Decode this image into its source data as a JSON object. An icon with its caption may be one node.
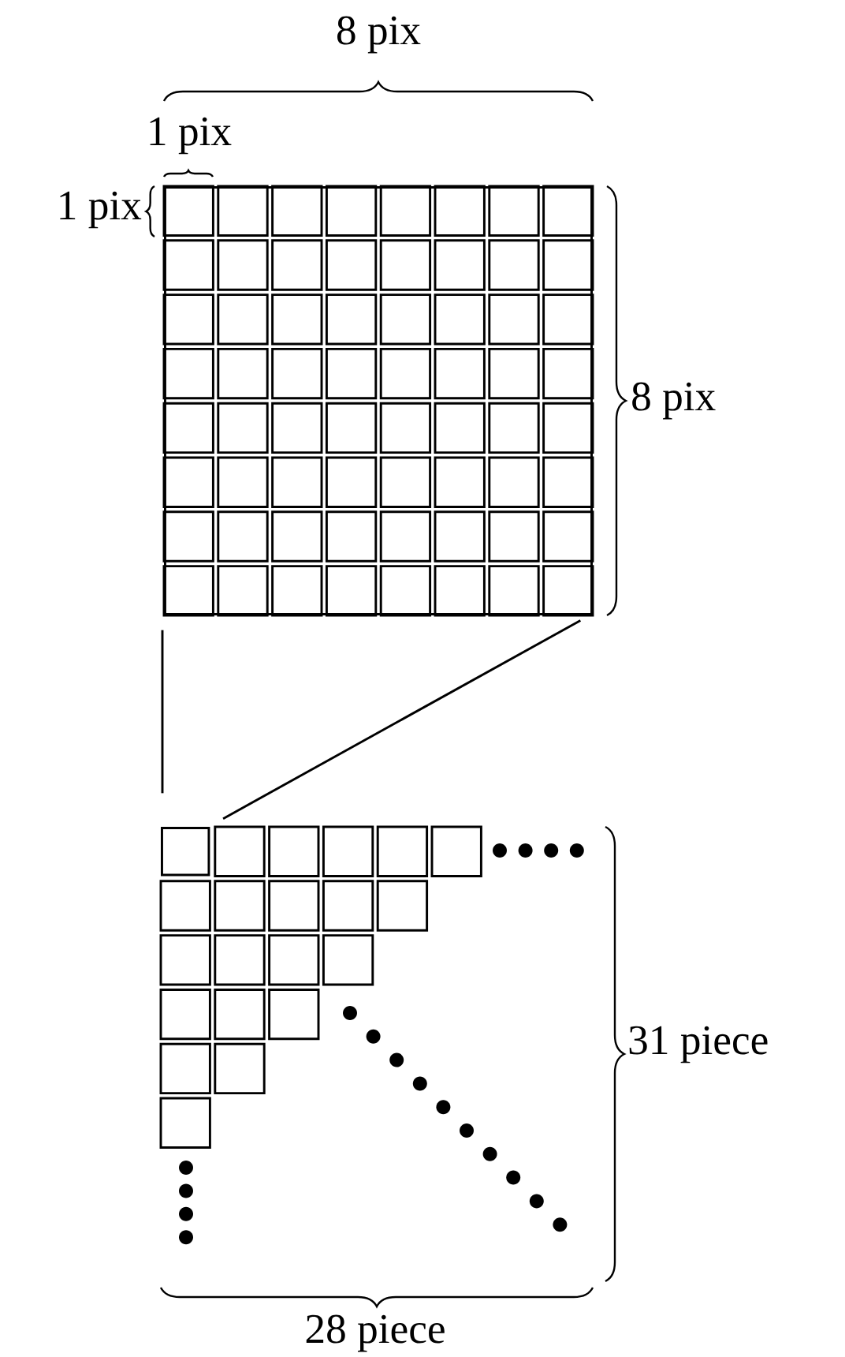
{
  "diagram": {
    "nodes": [
      {
        "text": [],
        "shape": "box"
      },
      {
        "text": [],
        "shape": "box"
      }
    ],
    "edges": [
      {
        "from": 0,
        "to": 1,
        "arrow": "none"
      },
      {
        "from": 0,
        "to": 1,
        "arrow": "none"
      }
    ],
    "labels": [
      "8 pix",
      "1 pix",
      "1 pix",
      "8 pix",
      "31 piece",
      "28 piece"
    ]
  }
}
